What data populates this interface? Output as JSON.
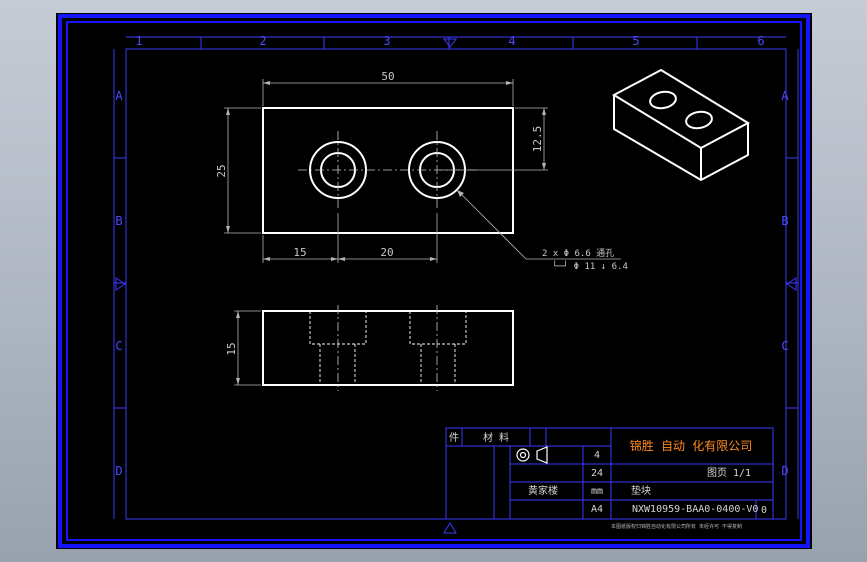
{
  "colors": {
    "outer_frame": "#1414ff",
    "inner_frame": "#3a3aff",
    "geometry": "#ffffff",
    "dimension": "#b4b4b4",
    "title_text": "#d4d4d4",
    "company_text": "#ff8a1e"
  },
  "zone_columns": [
    "1",
    "2",
    "3",
    "4",
    "5",
    "6"
  ],
  "zone_rows": [
    "A",
    "B",
    "C",
    "D"
  ],
  "dimensions": {
    "width": "50",
    "height": "25",
    "half_height": "12.5",
    "hole_offset": "15",
    "hole_pitch": "20",
    "thickness": "15"
  },
  "hole_callout": {
    "line1": "2 x Φ 6.6 通孔",
    "line2": "└─┘ Φ 11 ↓ 6.4"
  },
  "title_block": {
    "company": "锦胜 自动 化有限公司",
    "scale": "图页 1/1",
    "quantity": "4",
    "weight": "24",
    "designer": "黄家楼",
    "unit": "mm",
    "part_name": "垫块",
    "drawing_number": "NXW10959-BAA0-0400-V0",
    "paper_size": "A4",
    "revision": "0",
    "material_header": "材 料",
    "qty_header": "件",
    "footer_note": "本图纸版权归锦胜自动化有限公司所有 未经许可 不得复制"
  }
}
